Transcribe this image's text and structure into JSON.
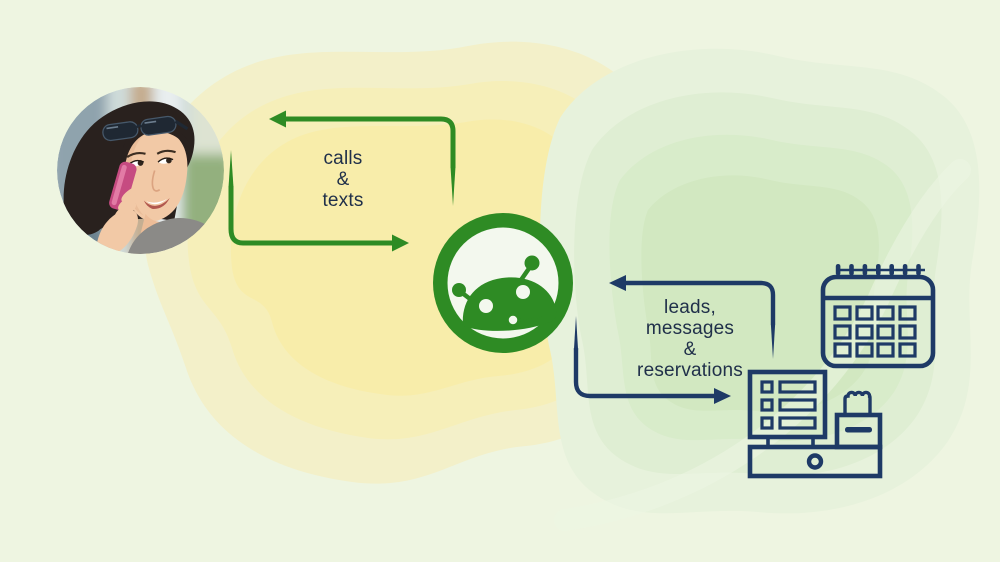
{
  "meta": {
    "description": "Flow diagram: customer calls and texts go to an AI bot, which sends leads, messages and reservations to business systems (calendar and point-of-sale)."
  },
  "colors": {
    "background": "#eef5e1",
    "yellow_blob_outer": "#f3f0c9",
    "yellow_blob_mid": "#f6efb9",
    "yellow_blob_core": "#f8edaa",
    "green_blob_outer": "#e7f2dc",
    "green_blob_mid": "#dfeed3",
    "green_blob_inner": "#d8ecca",
    "green_blob_core": "#d2e8c1",
    "accent_green": "#2e8b24",
    "accent_navy": "#1e3a66",
    "label_text": "#20304a"
  },
  "labels": {
    "person_to_bot": {
      "line1": "calls",
      "line2": "&",
      "line3": "texts"
    },
    "bot_to_systems": {
      "line1": "leads,",
      "line2": "messages",
      "line3": "&",
      "line4": "reservations"
    }
  },
  "icons": {
    "photo": "person-on-phone-photo",
    "bot": "bot-logo-icon",
    "calendar": "calendar-icon",
    "pos": "pos-terminal-icon",
    "arrows": [
      "arrow-bot-to-person",
      "arrow-person-to-bot",
      "arrow-systems-to-bot",
      "arrow-bot-to-systems"
    ]
  }
}
